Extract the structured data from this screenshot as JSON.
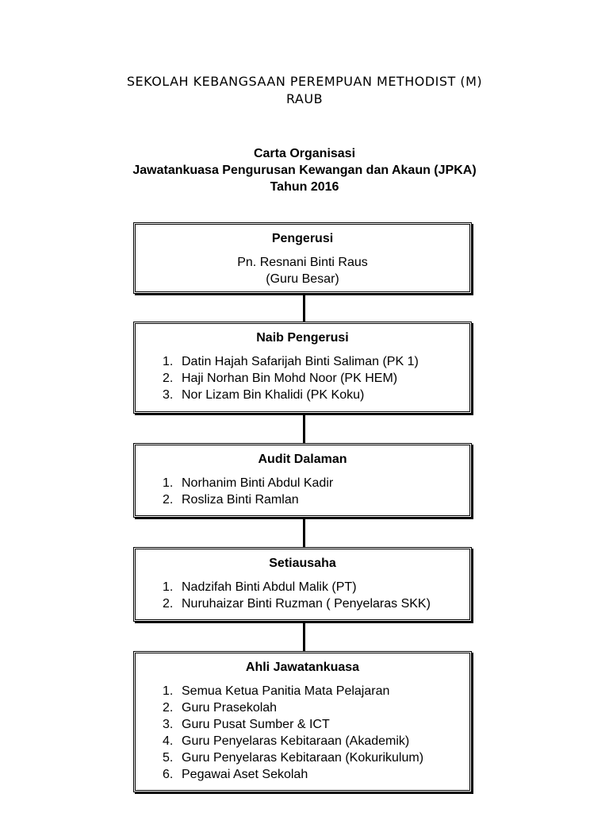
{
  "school": {
    "line1": "SEKOLAH KEBANGSAAN PEREMPUAN METHODIST (M)",
    "line2": "RAUB"
  },
  "chart": {
    "line1": "Carta Organisasi",
    "line2": "Jawatankuasa Pengurusan Kewangan dan Akaun (JPKA)",
    "line3": "Tahun 2016"
  },
  "pengerusi": {
    "title": "Pengerusi",
    "name": "Pn. Resnani Binti Raus",
    "role": "(Guru Besar)"
  },
  "naib_pengerusi": {
    "title": "Naib Pengerusi",
    "items": [
      {
        "num": "1.",
        "text": "Datin Hajah Safarijah Binti Saliman (PK 1)"
      },
      {
        "num": "2.",
        "text": "Haji Norhan Bin Mohd Noor (PK HEM)"
      },
      {
        "num": "3.",
        "text": "Nor Lizam Bin Khalidi (PK Koku)"
      }
    ]
  },
  "audit_dalaman": {
    "title": "Audit Dalaman",
    "items": [
      {
        "num": "1.",
        "text": "Norhanim Binti Abdul Kadir"
      },
      {
        "num": "2.",
        "text": "Rosliza Binti Ramlan"
      }
    ]
  },
  "setiausaha": {
    "title": "Setiausaha",
    "items": [
      {
        "num": "1.",
        "text": "Nadzifah Binti Abdul Malik (PT)"
      },
      {
        "num": "2.",
        "text": "Nuruhaizar Binti Ruzman ( Penyelaras SKK)"
      }
    ]
  },
  "ahli_jawatankuasa": {
    "title": "Ahli Jawatankuasa",
    "items": [
      {
        "num": "1.",
        "text": "Semua Ketua Panitia Mata Pelajaran"
      },
      {
        "num": "2.",
        "text": "Guru Prasekolah"
      },
      {
        "num": "3.",
        "text": "Guru Pusat Sumber & ICT"
      },
      {
        "num": "4.",
        "text": "Guru Penyelaras Kebitaraan (Akademik)"
      },
      {
        "num": "5.",
        "text": "Guru Penyelaras Kebitaraan (Kokurikulum)"
      },
      {
        "num": "6.",
        "text": "Pegawai Aset Sekolah"
      }
    ]
  }
}
